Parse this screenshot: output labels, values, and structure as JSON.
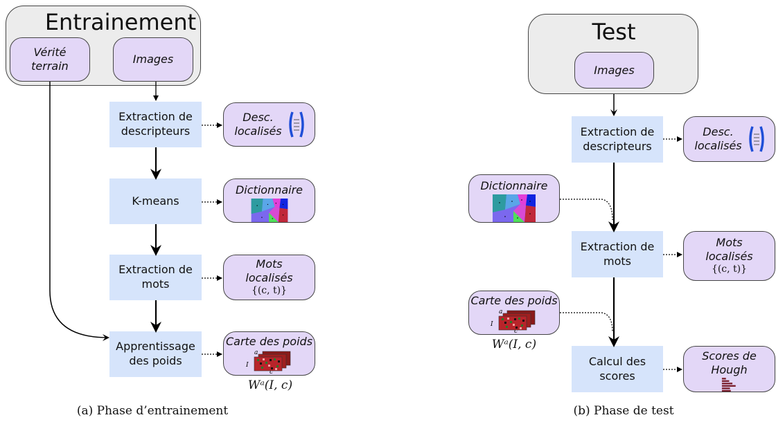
{
  "left": {
    "group_title": "Entrainement",
    "inputs": {
      "ground_truth": "Vérité terrain",
      "images": "Images"
    },
    "steps": {
      "extract_desc": "Extraction de descripteurs",
      "kmeans": "K-means",
      "extract_words": "Extraction de mots",
      "learn_weights": "Apprentissage des poids"
    },
    "outputs": {
      "desc": "Desc. localisés",
      "dictionary": "Dictionnaire",
      "words": "Mots localisés",
      "words_math": "{(c, t)}",
      "weights": "Carte des poids",
      "weights_math": "Wᵃ(I, c)"
    },
    "caption": "(a) Phase d’entrainement"
  },
  "right": {
    "group_title": "Test",
    "inputs": {
      "images": "Images"
    },
    "steps": {
      "extract_desc": "Extraction de descripteurs",
      "extract_words": "Extraction de mots",
      "scores": "Calcul des scores"
    },
    "outputs": {
      "desc": "Desc. localisés",
      "dictionary": "Dictionnaire",
      "words": "Mots localisés",
      "words_math": "{(c, t)}",
      "weights": "Carte des poids",
      "weights_math": "Wᵃ(I, c)",
      "scores": "Scores de Hough"
    },
    "caption": "(b) Phase de test"
  },
  "colors": {
    "process_fill": "#d6e4fb",
    "data_fill": "#e3d7f7",
    "group_fill": "#ececec",
    "vector_bracket": "#1f4fd8",
    "hough_bar": "#7a1f2c"
  }
}
